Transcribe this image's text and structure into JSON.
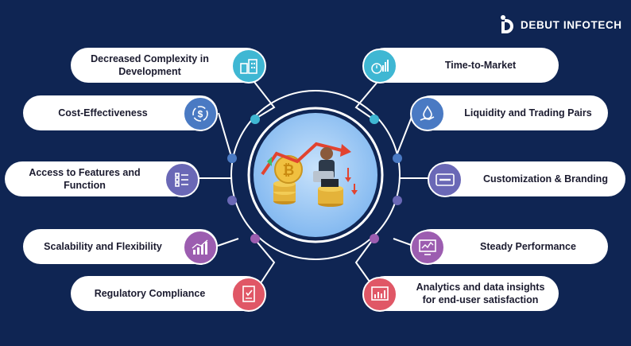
{
  "brand": {
    "name": "DEBUT INFOTECH"
  },
  "left_items": [
    {
      "label": "Decreased Complexity in Development",
      "icon": "buildings-icon",
      "color": "#3fb7d3"
    },
    {
      "label": "Cost-Effectiveness",
      "icon": "dollar-cycle-icon",
      "color": "#4a7ac3"
    },
    {
      "label": "Access to Features and Function",
      "icon": "checklist-icon",
      "color": "#6a68b6"
    },
    {
      "label": "Scalability and Flexibility",
      "icon": "growth-chart-icon",
      "color": "#9c5db0"
    },
    {
      "label": "Regulatory Compliance",
      "icon": "compliance-document-icon",
      "color": "#e05766"
    }
  ],
  "right_items": [
    {
      "label": "Time-to-Market",
      "icon": "clock-chart-icon",
      "color": "#3fb7d3"
    },
    {
      "label": "Liquidity and Trading Pairs",
      "icon": "liquidity-hand-icon",
      "color": "#4a7ac3"
    },
    {
      "label": "Customization & Branding",
      "icon": "brand-card-icon",
      "color": "#6a68b6"
    },
    {
      "label": "Steady Performance",
      "icon": "performance-monitor-icon",
      "color": "#9c5db0"
    },
    {
      "label": "Analytics and data insights for end-user satisfaction",
      "icon": "analytics-screen-icon",
      "color": "#e05766"
    }
  ],
  "colors": {
    "background": "#0f2553",
    "pill": "#ffffff",
    "ring": "#ffffff",
    "center_fill": "#8fc2f2"
  }
}
